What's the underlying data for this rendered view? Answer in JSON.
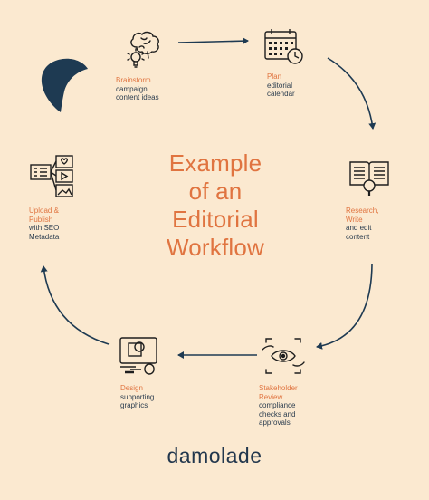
{
  "title_lines": [
    "Example",
    "of an",
    "Editorial",
    "Workflow"
  ],
  "brand": "damolade",
  "colors": {
    "background": "#fbe9d0",
    "accent_orange": "#e07440",
    "navy": "#1e3a52",
    "text": "#2b3d4f"
  },
  "steps": [
    {
      "id": "brainstorm",
      "title": "Brainstorm",
      "desc": "campaign content ideas",
      "desc_lines": [
        "campaign",
        "content ideas"
      ],
      "icon": "brain-lightbulb-icon"
    },
    {
      "id": "plan",
      "title": "Plan",
      "desc_lines": [
        "editorial",
        "calendar"
      ],
      "icon": "calendar-clock-icon"
    },
    {
      "id": "research",
      "title_lines": [
        "Research,",
        "Write"
      ],
      "desc_lines": [
        "and edit",
        "content"
      ],
      "icon": "book-magnifier-icon"
    },
    {
      "id": "review",
      "title_lines": [
        "Stakeholder",
        "Review"
      ],
      "desc_lines": [
        "compliance",
        "checks and",
        "approvals"
      ],
      "icon": "eye-hands-icon"
    },
    {
      "id": "design",
      "title": "Design",
      "desc_lines": [
        "supporting",
        "graphics"
      ],
      "icon": "design-monitor-icon"
    },
    {
      "id": "upload",
      "title_lines": [
        "Upload &",
        "Publish"
      ],
      "desc_lines": [
        "with SEO",
        "Metadata"
      ],
      "icon": "content-blocks-icon"
    }
  ]
}
